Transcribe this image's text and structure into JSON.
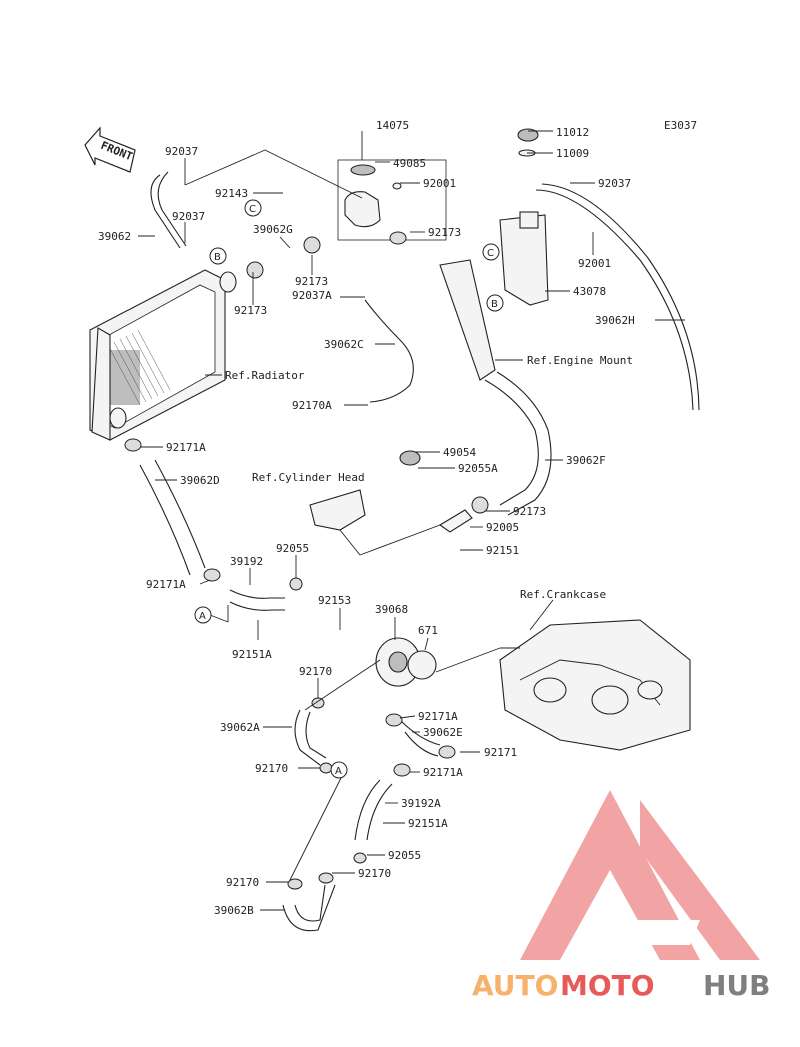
{
  "diagram_code": "E3037",
  "front_label": "FRONT",
  "labels": {
    "p14075": "14075",
    "p11012": "11012",
    "p11009": "11009",
    "p49085": "49085",
    "p92037_top": "92037",
    "p92001_a": "92001",
    "p92037_right": "92037",
    "p92143": "92143",
    "p92037_b": "92037",
    "p39062": "39062",
    "p39062G": "39062G",
    "p92173_a": "92173",
    "p92001_b": "92001",
    "p92173_b": "92173",
    "p92037A": "92037A",
    "p43078": "43078",
    "p92173_c": "92173",
    "p39062H": "39062H",
    "p39062C": "39062C",
    "p92170A": "92170A",
    "p92171A_a": "92171A",
    "p49054": "49054",
    "p92055A": "92055A",
    "p39062F": "39062F",
    "p39062D": "39062D",
    "p92173_d": "92173",
    "p92005": "92005",
    "p92151": "92151",
    "p39192": "39192",
    "p92055_a": "92055",
    "p92171A_b": "92171A",
    "p92151A_a": "92151A",
    "p92153": "92153",
    "p39068": "39068",
    "p671": "671",
    "p92170_a": "92170",
    "p39062A": "39062A",
    "p92171A_c": "92171A",
    "p39062E": "39062E",
    "p92171": "92171",
    "p92170_b": "92170",
    "p92171A_d": "92171A",
    "p39192A": "39192A",
    "p92151A_b": "92151A",
    "p92055_b": "92055",
    "p92170_c": "92170",
    "p92170_d": "92170",
    "p39062B": "39062B"
  },
  "refs": {
    "engine_mount": "Ref.Engine Mount",
    "radiator": "Ref.Radiator",
    "cylinder_head": "Ref.Cylinder Head",
    "crankcase": "Ref.Crankcase"
  },
  "circles": {
    "c1": "C",
    "c2": "C",
    "b1": "B",
    "b2": "B",
    "a1": "A",
    "a2": "A"
  },
  "watermark": {
    "part1": "AUTO",
    "part2": "MOTO",
    "part3": "HUB",
    "color_orange": "#f6b26b",
    "color_red": "#e85a5a",
    "color_grey": "#7f7f7f"
  }
}
